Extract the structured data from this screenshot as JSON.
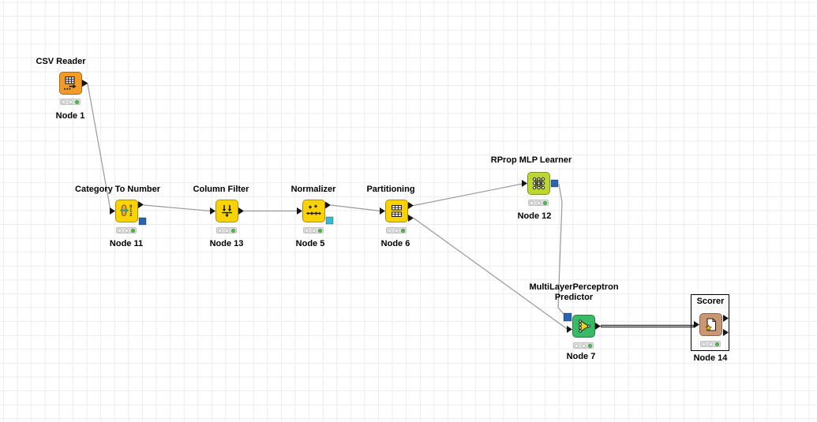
{
  "workflow": {
    "nodes": [
      {
        "title": "CSV Reader",
        "node_id": "Node 1",
        "icon": "csv-table-icon",
        "color": "#f39b26",
        "status": "green"
      },
      {
        "title": "Category To Number",
        "node_id": "Node 11",
        "icon": "category-to-number-icon",
        "color": "#fbd305",
        "status": "green"
      },
      {
        "title": "Column Filter",
        "node_id": "Node 13",
        "icon": "column-filter-icon",
        "color": "#fbd305",
        "status": "green"
      },
      {
        "title": "Normalizer",
        "node_id": "Node 5",
        "icon": "normalizer-icon",
        "color": "#fbd305",
        "status": "green"
      },
      {
        "title": "Partitioning",
        "node_id": "Node 6",
        "icon": "partitioning-icon",
        "color": "#fbd305",
        "status": "green"
      },
      {
        "title": "RProp MLP Learner",
        "node_id": "Node 12",
        "icon": "neural-network-icon",
        "color": "#bcd72f",
        "status": "green"
      },
      {
        "title": "MultiLayerPerceptron Predictor",
        "node_id": "Node 7",
        "icon": "predictor-triangle-icon",
        "color": "#39ba67",
        "status": "green"
      },
      {
        "title": "Scorer",
        "node_id": "Node 14",
        "icon": "scorer-document-star-icon",
        "color": "#cb9773",
        "status": "green",
        "selected": true
      }
    ],
    "connections": [
      {
        "from": "Node 1",
        "to": "Node 11"
      },
      {
        "from": "Node 11",
        "to": "Node 13"
      },
      {
        "from": "Node 13",
        "to": "Node 5"
      },
      {
        "from": "Node 5",
        "to": "Node 6"
      },
      {
        "from": "Node 6",
        "to": "Node 12"
      },
      {
        "from": "Node 6",
        "to": "Node 7"
      },
      {
        "from": "Node 12",
        "to": "Node 7",
        "port_type": "model"
      },
      {
        "from": "Node 7",
        "to": "Node 14",
        "selected": true
      }
    ]
  },
  "colors": {
    "grid": "#ececec",
    "connection": "#9a9a9a",
    "selected_connection": "#3c3c3c",
    "data_port": "#141414",
    "model_port_blue": "#2a64ad",
    "model_port_cyan": "#3bb7d8",
    "status_green": "#53b953",
    "selection_border": "#000000"
  }
}
